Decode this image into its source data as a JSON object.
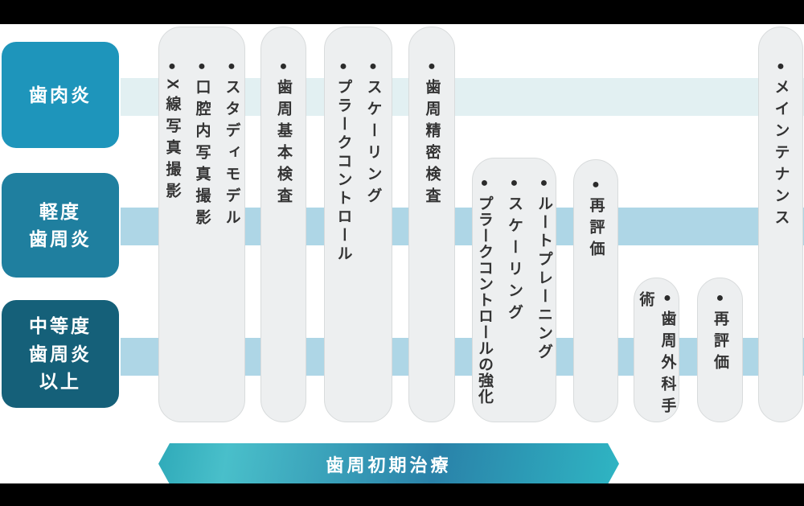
{
  "bullet": "●",
  "stages": [
    {
      "label": "歯肉炎"
    },
    {
      "label": "軽度\n歯周炎"
    },
    {
      "label": "中等度\n歯周炎\n以上"
    }
  ],
  "pills": [
    {
      "items": [
        "スタディモデル",
        "口腔内写真撮影",
        "X線写真撮影"
      ]
    },
    {
      "items": [
        "歯周基本検査"
      ]
    },
    {
      "items": [
        "スケーリング",
        "プラークコントロール"
      ]
    },
    {
      "items": [
        "歯周精密検査"
      ]
    },
    {
      "items": [
        "ルートプレーニング",
        "スケーリング",
        "プラークコントロールの強化"
      ]
    },
    {
      "items": [
        "再評価"
      ]
    },
    {
      "items": [
        "歯周外科手術"
      ]
    },
    {
      "items": [
        "再評価"
      ]
    },
    {
      "items": [
        "メインテナンス"
      ]
    }
  ],
  "banner": {
    "label": "歯周初期治療"
  },
  "colors": {
    "stage_gingivitis": "#1E95BB",
    "stage_mild": "#1F7F9F",
    "stage_moderate": "#156079",
    "band_top": "#E2F0F2",
    "band_lower": "#AED6E6",
    "pill_bg": "#EDEFF0",
    "banner_blue": "#2A82A9",
    "text_dark": "#333333",
    "letterbox": "#000000"
  }
}
